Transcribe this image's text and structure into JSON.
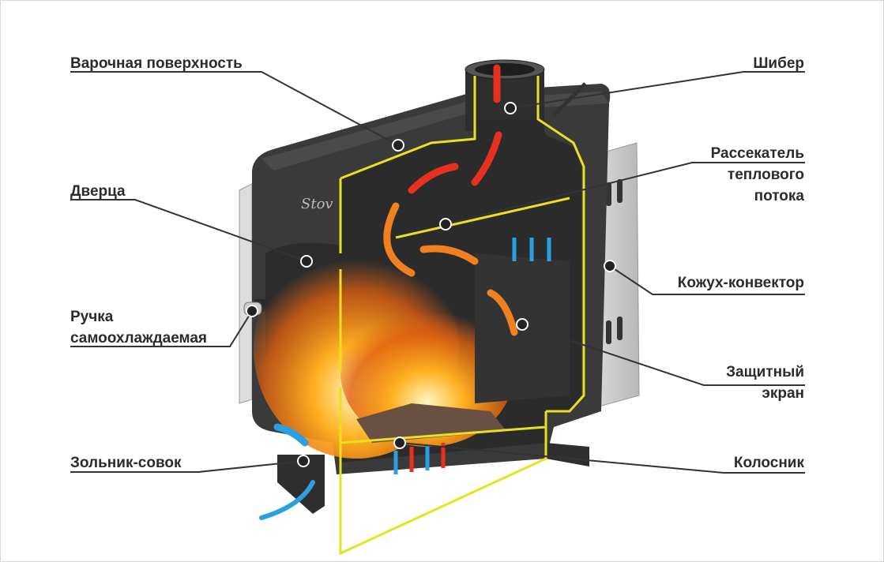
{
  "title_logo": "Stov",
  "labels": {
    "cooking_surface": "Варочная поверхность",
    "door": "Дверца",
    "handle_1": "Ручка",
    "handle_2": "самоохлаждаемая",
    "ash_pan": "Зольник-совок",
    "damper": "Шибер",
    "deflector_1": "Рассекатель",
    "deflector_2": "теплового",
    "deflector_3": "потока",
    "convector": "Кожух-конвектор",
    "screen_1": "Защитный",
    "screen_2": "экран",
    "grate": "Колосник"
  },
  "colors": {
    "outline": "#e8e020",
    "hot": "#e83020",
    "flame": "#f08020",
    "cold": "#2aa0e0",
    "body": "#3a3a3a",
    "casing": "#cfcfcf"
  }
}
